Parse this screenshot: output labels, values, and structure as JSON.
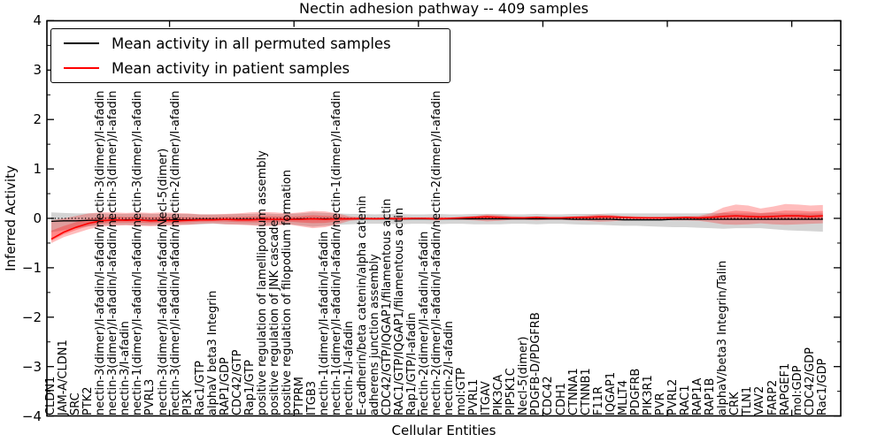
{
  "title": "Nectin adhesion pathway -- 409 samples",
  "legend": {
    "items": [
      {
        "label": "Mean activity in all permuted samples",
        "color": "#000000"
      },
      {
        "label": "Mean activity in patient samples",
        "color": "#ff0000"
      }
    ]
  },
  "chart_data": {
    "type": "line",
    "title": "Nectin adhesion pathway -- 409 samples",
    "xlabel": "Cellular Entities",
    "ylabel": "Inferred Activity",
    "ylim": [
      -4,
      4
    ],
    "yticks": [
      4,
      3,
      2,
      1,
      0,
      -1,
      -2,
      -3,
      -4
    ],
    "grid": false,
    "legend_position": "upper left",
    "zero_line": true,
    "categories": [
      "CLDN1",
      "JAM-A/CLDN1",
      "SRC",
      "PTK2",
      "nectin-3(dimer)/I-afadin/I-afadin/nectin-3(dimer)/I-afadin",
      "nectin-3(dimer)/I-afadin/I-afadin/nectin-3(dimer)/I-afadin",
      "nectin-3/I-afadin",
      "nectin-1(dimer)/I-afadin/I-afadin/nectin-3(dimer)/I-afadin",
      "PVRL3",
      "nectin-3(dimer)/I-afadin/I-afadin/Necl-5(dimer)",
      "nectin-3(dimer)/I-afadin/I-afadin/nectin-2(dimer)/I-afadin",
      "PI3K",
      "Rac1/GTP",
      "alphaV beta3 Integrin",
      "RAP1/GDP",
      "CDC42/GTP",
      "Rap1/GTP",
      "positive regulation of lamellipodium assembly",
      "positive regulation of JNK cascade",
      "positive regulation of filopodium formation",
      "PTPRM",
      "ITGB3",
      "nectin-1(dimer)/I-afadin/I-afadin",
      "nectin-1(dimer)/I-afadin/I-afadin/nectin-1(dimer)/I-afadin",
      "nectin-1/I-afadin",
      "E-cadherin/beta catenin/alpha catenin",
      "adherens junction assembly",
      "CDC42/GTP/IQGAP1/filamentous actin",
      "RAC1/GTP/IQGAP1/filamentous actin",
      "Rap1/GTP/I-afadin",
      "nectin-2(dimer)/I-afadin/I-afadin",
      "nectin-2(dimer)/I-afadin/I-afadin/nectin-2(dimer)/I-afadin",
      "nectin-2/I-afadin",
      "mol:GTP",
      "PVRL1",
      "ITGAV",
      "PIK3CA",
      "PIP5K1C",
      "Necl-5(dimer)",
      "PDGFB-D/PDGFRB",
      "CDC42",
      "CDH1",
      "CTNNA1",
      "CTNNB1",
      "F11R",
      "IQGAP1",
      "MLLT4",
      "PDGFRB",
      "PIK3R1",
      "PVR",
      "PVRL2",
      "RAC1",
      "RAP1A",
      "RAP1B",
      "alphaV/beta3 Integrin/Talin",
      "CRK",
      "TLN1",
      "VAV2",
      "FARP2",
      "RAPGEF1",
      "mol:GDP",
      "CDC42/GDP",
      "Rac1/GDP"
    ],
    "series": [
      {
        "name": "Mean activity in all permuted samples",
        "color": "#000000",
        "values": [
          -0.06,
          -0.05,
          -0.05,
          -0.04,
          -0.04,
          -0.04,
          -0.03,
          -0.03,
          -0.04,
          -0.03,
          -0.03,
          -0.03,
          -0.02,
          -0.02,
          -0.02,
          -0.02,
          -0.02,
          -0.02,
          -0.02,
          -0.02,
          -0.01,
          -0.01,
          -0.01,
          -0.01,
          -0.01,
          -0.01,
          -0.01,
          -0.01,
          -0.01,
          -0.01,
          -0.01,
          -0.01,
          -0.01,
          -0.01,
          -0.01,
          -0.01,
          -0.01,
          -0.01,
          -0.01,
          -0.01,
          -0.01,
          -0.01,
          -0.02,
          -0.02,
          -0.02,
          -0.02,
          -0.03,
          -0.03,
          -0.03,
          -0.03,
          -0.02,
          -0.02,
          -0.02,
          -0.02,
          -0.02,
          -0.02,
          -0.02,
          -0.02,
          -0.02,
          -0.02,
          -0.02,
          -0.02,
          -0.02
        ]
      },
      {
        "name": "Mean activity in patient samples",
        "color": "#ff0000",
        "values": [
          -0.42,
          -0.28,
          -0.18,
          -0.1,
          -0.05,
          -0.03,
          -0.04,
          -0.03,
          -0.05,
          -0.04,
          -0.05,
          -0.04,
          -0.03,
          -0.03,
          -0.02,
          -0.03,
          -0.03,
          -0.02,
          -0.02,
          -0.02,
          -0.02,
          -0.01,
          -0.02,
          -0.01,
          -0.01,
          0.0,
          -0.01,
          0.0,
          -0.01,
          0.0,
          0.0,
          -0.01,
          0.0,
          0.01,
          0.02,
          0.03,
          0.02,
          0.01,
          0.01,
          0.02,
          0.01,
          0.01,
          0.02,
          0.02,
          0.03,
          0.03,
          0.02,
          0.01,
          0.01,
          0.01,
          0.01,
          0.02,
          0.01,
          0.02,
          0.04,
          0.05,
          0.04,
          0.03,
          0.04,
          0.05,
          0.05,
          0.04,
          0.05
        ]
      }
    ],
    "bands": [
      {
        "name": "permuted-samples-range",
        "color": "#999999",
        "opacity": 0.42,
        "upper": [
          0.12,
          0.11,
          0.1,
          0.1,
          0.1,
          0.09,
          0.09,
          0.1,
          0.09,
          0.09,
          0.09,
          0.09,
          0.08,
          0.08,
          0.08,
          0.09,
          0.09,
          0.1,
          0.09,
          0.09,
          0.1,
          0.12,
          0.11,
          0.1,
          0.09,
          0.09,
          0.08,
          0.09,
          0.09,
          0.08,
          0.08,
          0.09,
          0.08,
          0.08,
          0.09,
          0.09,
          0.09,
          0.08,
          0.08,
          0.09,
          0.08,
          0.08,
          0.09,
          0.09,
          0.09,
          0.1,
          0.1,
          0.1,
          0.1,
          0.1,
          0.1,
          0.1,
          0.1,
          0.11,
          0.11,
          0.1,
          0.1,
          0.1,
          0.11,
          0.1,
          0.1,
          0.1,
          0.1
        ],
        "lower": [
          -0.28,
          -0.24,
          -0.2,
          -0.16,
          -0.14,
          -0.13,
          -0.13,
          -0.14,
          -0.14,
          -0.13,
          -0.13,
          -0.13,
          -0.12,
          -0.11,
          -0.12,
          -0.12,
          -0.13,
          -0.14,
          -0.13,
          -0.12,
          -0.14,
          -0.17,
          -0.15,
          -0.13,
          -0.12,
          -0.11,
          -0.11,
          -0.11,
          -0.12,
          -0.11,
          -0.11,
          -0.12,
          -0.11,
          -0.11,
          -0.12,
          -0.12,
          -0.12,
          -0.11,
          -0.11,
          -0.12,
          -0.11,
          -0.11,
          -0.12,
          -0.13,
          -0.13,
          -0.14,
          -0.15,
          -0.15,
          -0.16,
          -0.17,
          -0.18,
          -0.18,
          -0.19,
          -0.2,
          -0.21,
          -0.2,
          -0.2,
          -0.2,
          -0.22,
          -0.24,
          -0.25,
          -0.26,
          -0.27
        ]
      },
      {
        "name": "patient-samples-range",
        "color": "#ff0000",
        "opacity": 0.26,
        "upper": [
          -0.04,
          0.0,
          0.05,
          0.1,
          0.12,
          0.12,
          0.11,
          0.12,
          0.11,
          0.12,
          0.11,
          0.1,
          0.08,
          0.08,
          0.09,
          0.1,
          0.12,
          0.13,
          0.12,
          0.1,
          0.12,
          0.15,
          0.14,
          0.1,
          0.04,
          0.02,
          0.02,
          0.02,
          0.03,
          0.02,
          0.02,
          0.03,
          0.02,
          0.03,
          0.05,
          0.08,
          0.07,
          0.04,
          0.03,
          0.04,
          0.03,
          0.03,
          0.04,
          0.06,
          0.08,
          0.07,
          0.05,
          0.04,
          0.03,
          0.03,
          0.04,
          0.04,
          0.05,
          0.1,
          0.22,
          0.28,
          0.26,
          0.2,
          0.24,
          0.29,
          0.28,
          0.26,
          0.27
        ],
        "lower": [
          -0.5,
          -0.38,
          -0.3,
          -0.22,
          -0.17,
          -0.15,
          -0.14,
          -0.15,
          -0.16,
          -0.15,
          -0.14,
          -0.13,
          -0.11,
          -0.1,
          -0.12,
          -0.13,
          -0.14,
          -0.16,
          -0.15,
          -0.12,
          -0.16,
          -0.2,
          -0.18,
          -0.12,
          -0.05,
          -0.03,
          -0.03,
          -0.03,
          -0.04,
          -0.03,
          -0.03,
          -0.04,
          -0.03,
          -0.03,
          -0.04,
          -0.06,
          -0.05,
          -0.03,
          -0.03,
          -0.04,
          -0.03,
          -0.03,
          -0.04,
          -0.05,
          -0.07,
          -0.06,
          -0.04,
          -0.03,
          -0.03,
          -0.03,
          -0.04,
          -0.04,
          -0.05,
          -0.08,
          -0.12,
          -0.13,
          -0.12,
          -0.1,
          -0.12,
          -0.13,
          -0.12,
          -0.11,
          -0.1
        ]
      }
    ]
  }
}
